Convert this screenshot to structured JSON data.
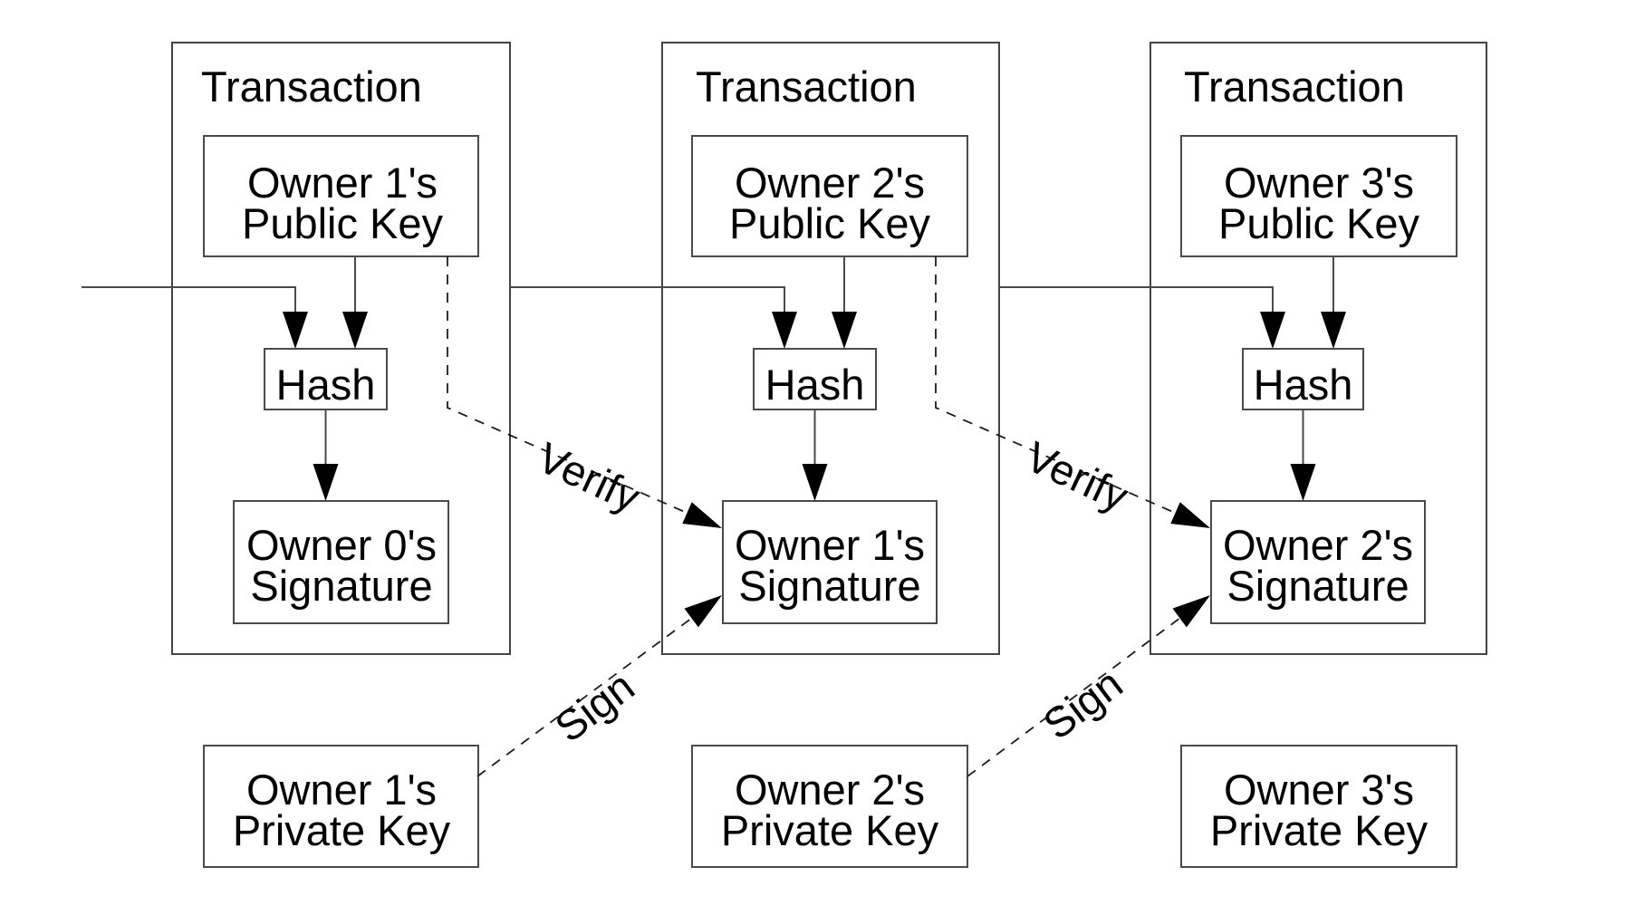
{
  "diagram": {
    "transactions": [
      {
        "title": "Transaction",
        "public_key_line1": "Owner 1's",
        "public_key_line2": "Public Key",
        "hash_label": "Hash",
        "signature_line1": "Owner 0's",
        "signature_line2": "Signature"
      },
      {
        "title": "Transaction",
        "public_key_line1": "Owner 2's",
        "public_key_line2": "Public Key",
        "hash_label": "Hash",
        "signature_line1": "Owner 1's",
        "signature_line2": "Signature"
      },
      {
        "title": "Transaction",
        "public_key_line1": "Owner 3's",
        "public_key_line2": "Public Key",
        "hash_label": "Hash",
        "signature_line1": "Owner 2's",
        "signature_line2": "Signature"
      }
    ],
    "private_keys": [
      {
        "line1": "Owner 1's",
        "line2": "Private Key"
      },
      {
        "line1": "Owner 2's",
        "line2": "Private Key"
      },
      {
        "line1": "Owner 3's",
        "line2": "Private Key"
      }
    ],
    "edge_labels": {
      "verify1": "Verify",
      "verify2": "Verify",
      "sign1": "Sign",
      "sign2": "Sign"
    },
    "colors": {
      "line": "#4a4a4a",
      "dashed": "#1c1c1c",
      "arrow": "#000000",
      "text": "#000000",
      "background": "#ffffff"
    }
  }
}
